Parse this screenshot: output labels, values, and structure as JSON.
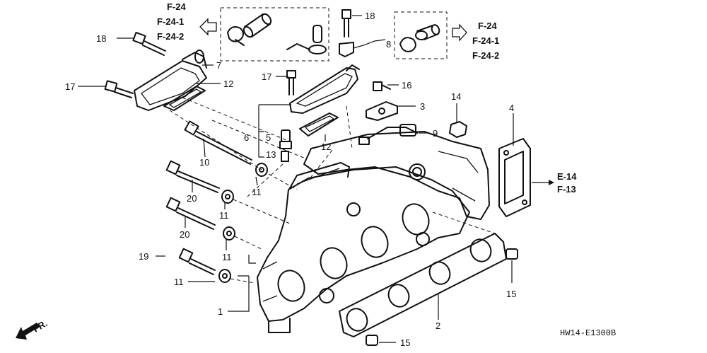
{
  "callouts": {
    "c1": "1",
    "c2": "2",
    "c3": "3",
    "c4": "4",
    "c5": "5",
    "c6": "6",
    "c7": "7",
    "c8": "8",
    "c9": "9",
    "c10": "10",
    "c11a": "11",
    "c11b": "11",
    "c11c": "11",
    "c11d": "11",
    "c12a": "12",
    "c12b": "12",
    "c13": "13",
    "c14": "14",
    "c15a": "15",
    "c15b": "15",
    "c16": "16",
    "c17a": "17",
    "c17b": "17",
    "c18a": "18",
    "c18b": "18",
    "c19": "19",
    "c20a": "20",
    "c20b": "20"
  },
  "refs": {
    "left": [
      "F-24",
      "F-24-1",
      "F-24-2"
    ],
    "right": [
      "F-24",
      "F-24-1",
      "F-24-2"
    ],
    "exhaust": [
      "E-14",
      "F-13"
    ]
  },
  "front_label": "FR.",
  "diagram_code": "HW14-E1300B"
}
